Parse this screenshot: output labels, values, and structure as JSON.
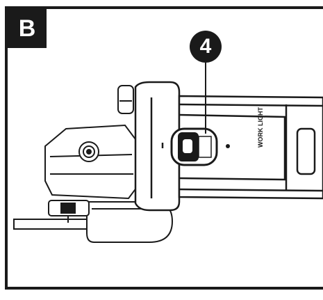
{
  "figure": {
    "panel_label": "B",
    "callout_number": "4",
    "side_marking": "WORK LIGHT"
  },
  "icons": {
    "power_tool": "angle-grinder-illustration",
    "switch": "slide-switch-icon"
  }
}
